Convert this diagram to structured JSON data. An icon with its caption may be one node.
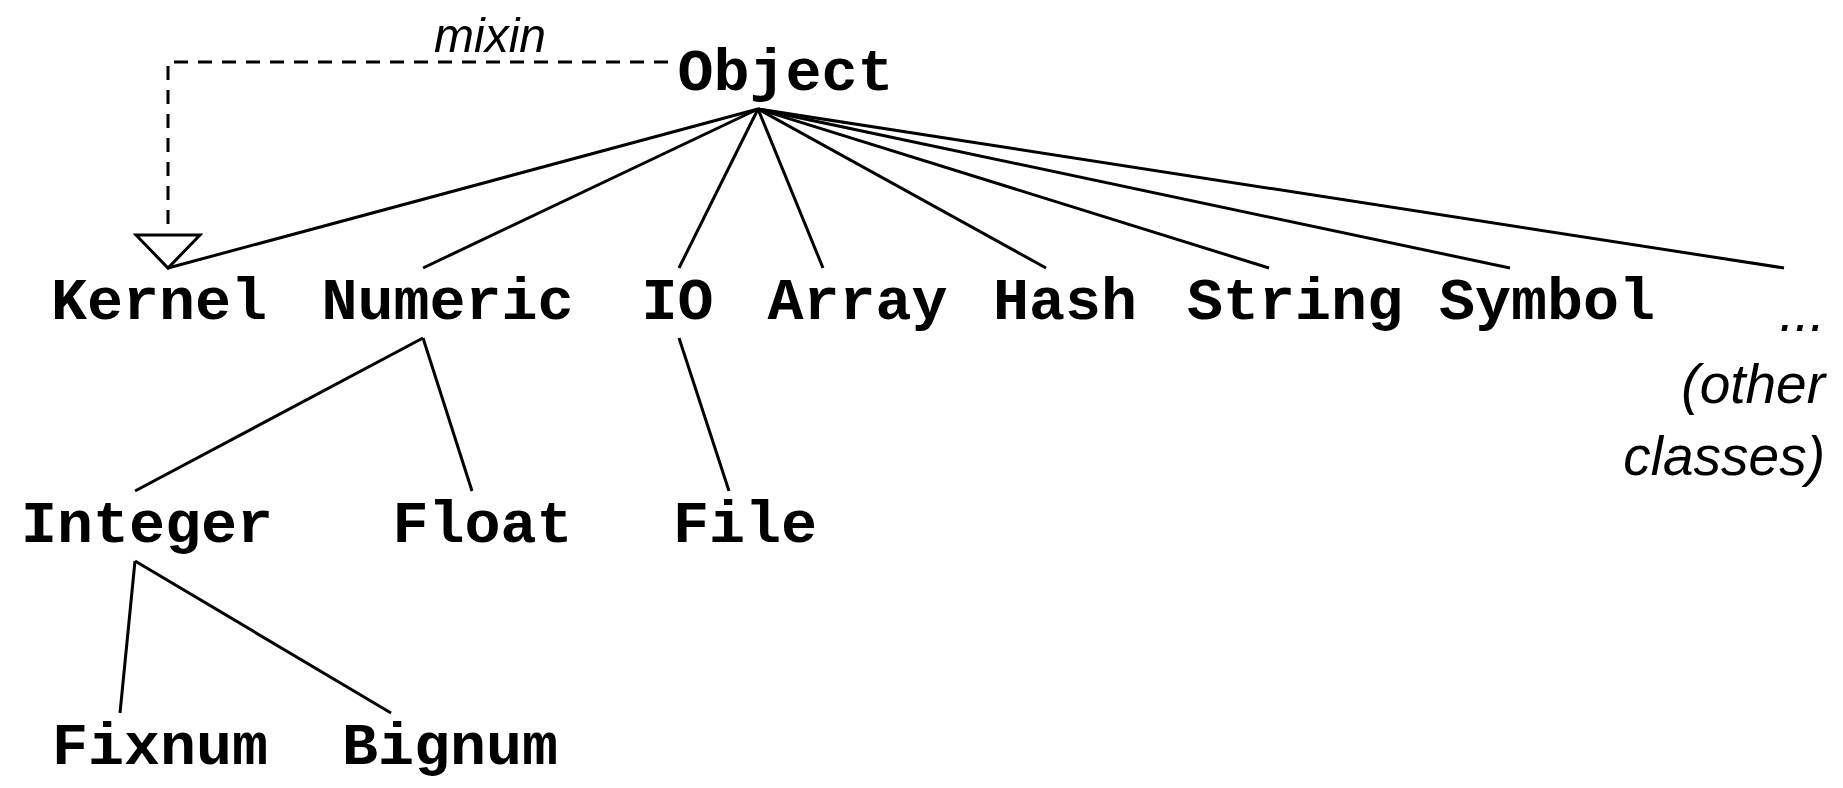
{
  "diagram": {
    "nodes": [
      {
        "text": [
          "Object"
        ]
      },
      {
        "text": [
          "Kernel"
        ]
      },
      {
        "text": [
          "Numeric"
        ]
      },
      {
        "text": [
          "IO"
        ]
      },
      {
        "text": [
          "Array"
        ]
      },
      {
        "text": [
          "Hash"
        ]
      },
      {
        "text": [
          "String"
        ]
      },
      {
        "text": [
          "Symbol"
        ]
      },
      {
        "text": [
          "...",
          "(other classes)"
        ]
      },
      {
        "text": [
          "Integer"
        ]
      },
      {
        "text": [
          "Float"
        ]
      },
      {
        "text": [
          "File"
        ]
      },
      {
        "text": [
          "Fixnum"
        ]
      },
      {
        "text": [
          "Bignum"
        ]
      }
    ],
    "edges": [
      {
        "from": 0,
        "to": 1,
        "arrow": "to",
        "label": "mixin",
        "style": "dashed"
      },
      {
        "from": 0,
        "to": 1,
        "arrow": "none"
      },
      {
        "from": 0,
        "to": 2,
        "arrow": "none"
      },
      {
        "from": 0,
        "to": 3,
        "arrow": "none"
      },
      {
        "from": 0,
        "to": 4,
        "arrow": "none"
      },
      {
        "from": 0,
        "to": 5,
        "arrow": "none"
      },
      {
        "from": 0,
        "to": 6,
        "arrow": "none"
      },
      {
        "from": 0,
        "to": 7,
        "arrow": "none"
      },
      {
        "from": 0,
        "to": 8,
        "arrow": "none"
      },
      {
        "from": 2,
        "to": 9,
        "arrow": "none"
      },
      {
        "from": 2,
        "to": 10,
        "arrow": "none"
      },
      {
        "from": 3,
        "to": 11,
        "arrow": "none"
      },
      {
        "from": 9,
        "to": 12,
        "arrow": "none"
      },
      {
        "from": 9,
        "to": 13,
        "arrow": "none"
      }
    ]
  }
}
